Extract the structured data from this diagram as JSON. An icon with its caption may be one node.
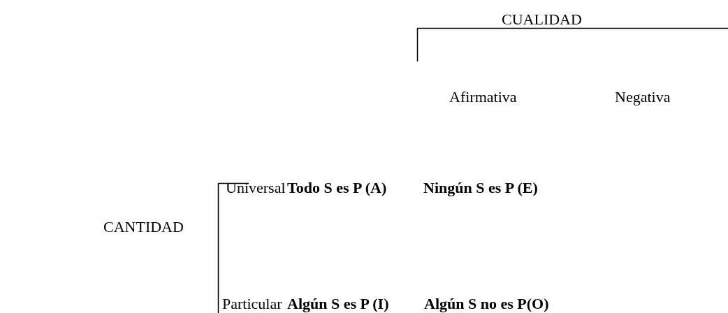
{
  "diagram": {
    "labels": [
      "CUALIDAD",
      "Afirmativa",
      "Negativa",
      "Universal",
      "Todo S es P (A)",
      "Ningún S es P (E)",
      "CANTIDAD",
      "Particular",
      "Algún S es P (I)",
      "Algún S no es P(O)"
    ]
  }
}
